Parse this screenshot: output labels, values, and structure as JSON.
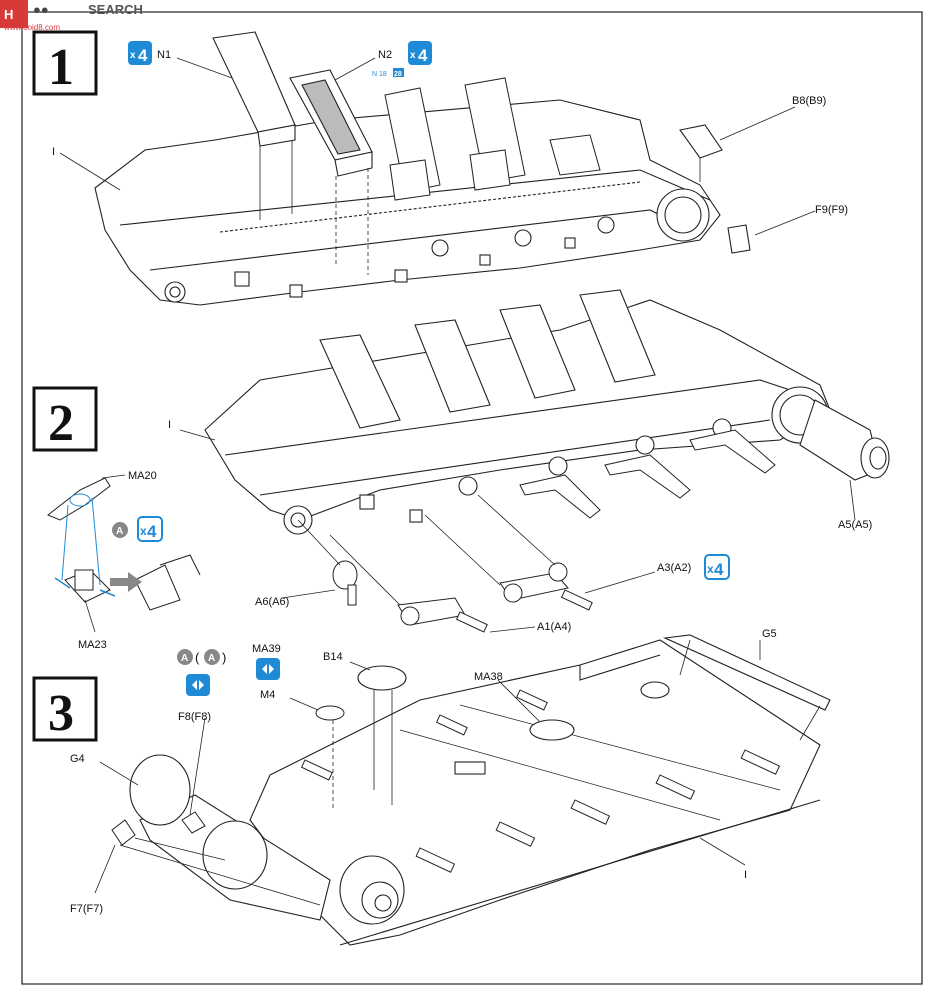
{
  "watermark": {
    "brand": "SEARCH",
    "sub": "www.ooid8.com"
  },
  "colors": {
    "accent_blue": "#1f8ad6",
    "ink": "#111111",
    "paper": "#ffffff",
    "watermark_red": "#d83a3a"
  },
  "steps": [
    {
      "number": "1",
      "labels": {
        "n1": "N1",
        "n2": "N2",
        "b8": "B8(B9)",
        "f9": "F9(F9)",
        "hull": "I",
        "n2_ref_pre": "N 18",
        "n2_ref_box": "28"
      },
      "qty_n1": "4",
      "qty_n2": "4"
    },
    {
      "number": "2",
      "labels": {
        "ma20": "MA20",
        "ma23": "MA23",
        "hull": "I",
        "a5": "A5(A5)",
        "a6": "A6(A6)",
        "a3": "A3(A2)",
        "a1": "A1(A4)",
        "option": "A"
      },
      "qty_ma": "4",
      "qty_a3": "4"
    },
    {
      "number": "3",
      "labels": {
        "option_pair": "A (A)",
        "option_left": "A",
        "option_right": "A",
        "f8": "F8(F8)",
        "ma39": "MA39",
        "m4": "M4",
        "b14": "B14",
        "ma38": "MA38",
        "g5": "G5",
        "g4": "G4",
        "f7": "F7(F7)",
        "hull": "I"
      }
    }
  ],
  "icons": [
    "multiply-icon",
    "assemble-pair-icon",
    "option-circle-icon",
    "arrow-right-icon"
  ]
}
